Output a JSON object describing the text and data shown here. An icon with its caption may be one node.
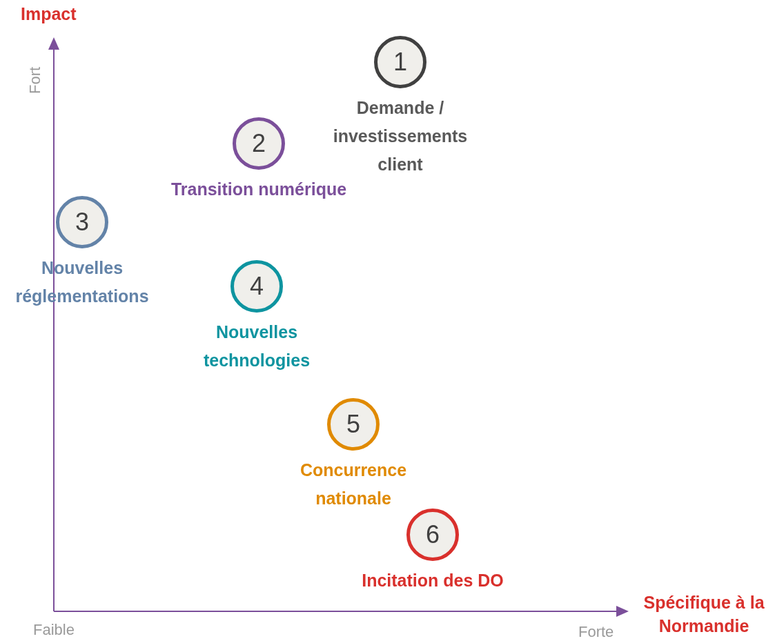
{
  "diagram": {
    "nodes": [
      {
        "text": [
          "1",
          "Demande / investissements client"
        ]
      },
      {
        "text": [
          "2",
          "Transition numérique"
        ]
      },
      {
        "text": [
          "3",
          "Nouvelles réglementations"
        ]
      },
      {
        "text": [
          "4",
          "Nouvelles technologies"
        ]
      },
      {
        "text": [
          "5",
          "Concurrence nationale"
        ]
      },
      {
        "text": [
          "6",
          "Incitation des DO"
        ]
      }
    ],
    "edges": [],
    "labels": [
      "Impact",
      "Fort",
      "Faible",
      "Forte",
      "Spécifique à la Normandie"
    ]
  }
}
